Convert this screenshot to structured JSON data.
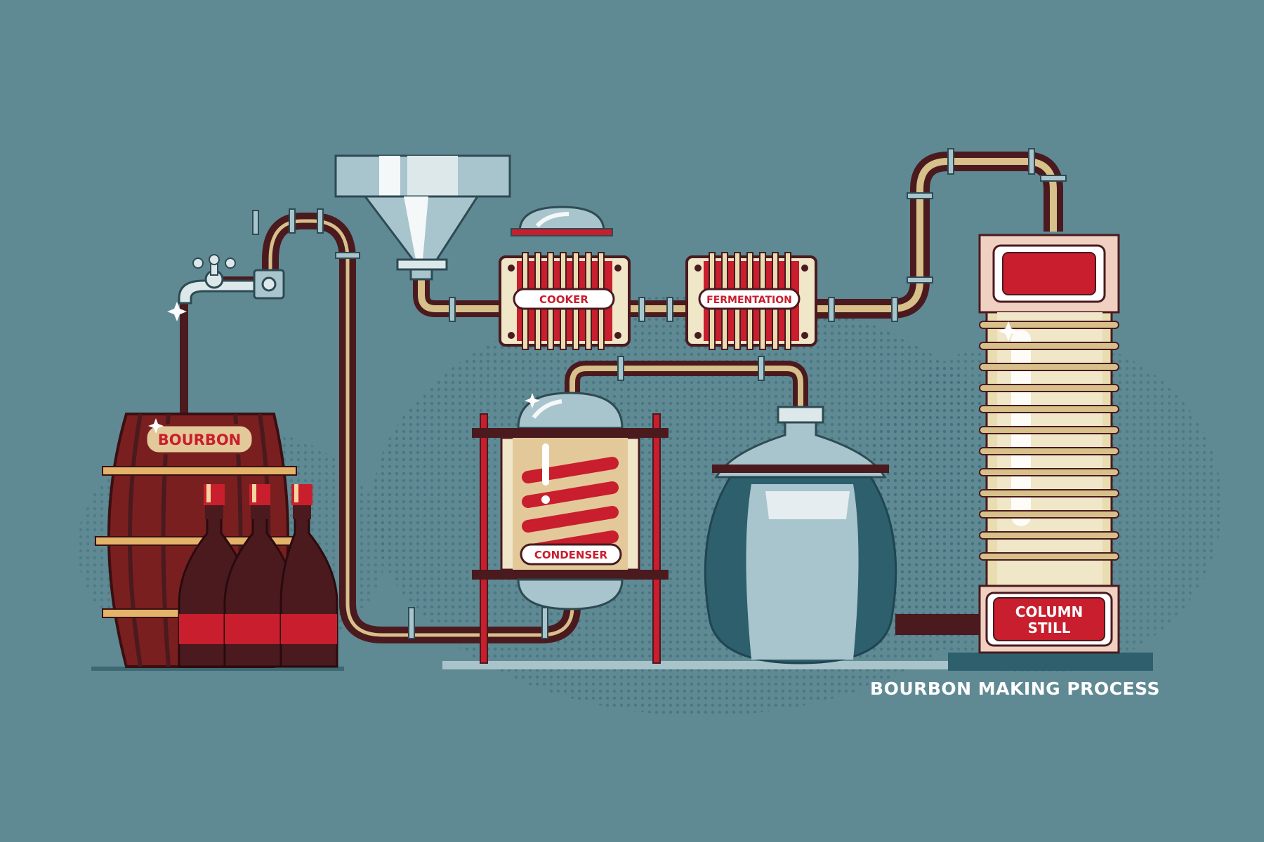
{
  "labels": {
    "barrel": "BOURBON",
    "cooker": "COOKER",
    "fermentation": "FERMENTATION",
    "condenser": "CONDENSER",
    "column_still_line1": "COLUMN",
    "column_still_line2": "STILL"
  },
  "caption": "BOURBON MAKING PROCESS",
  "colors": {
    "background": "#5f8a94",
    "pipe_dark": "#4a1a1f",
    "pipe_gold": "#d8c08a",
    "accent_red": "#c81e2d",
    "glass": "#a8c4cc",
    "glass_dark": "#2e5f6d",
    "cream": "#f0e6c8",
    "barrel_wood": "#7a1f1f"
  }
}
